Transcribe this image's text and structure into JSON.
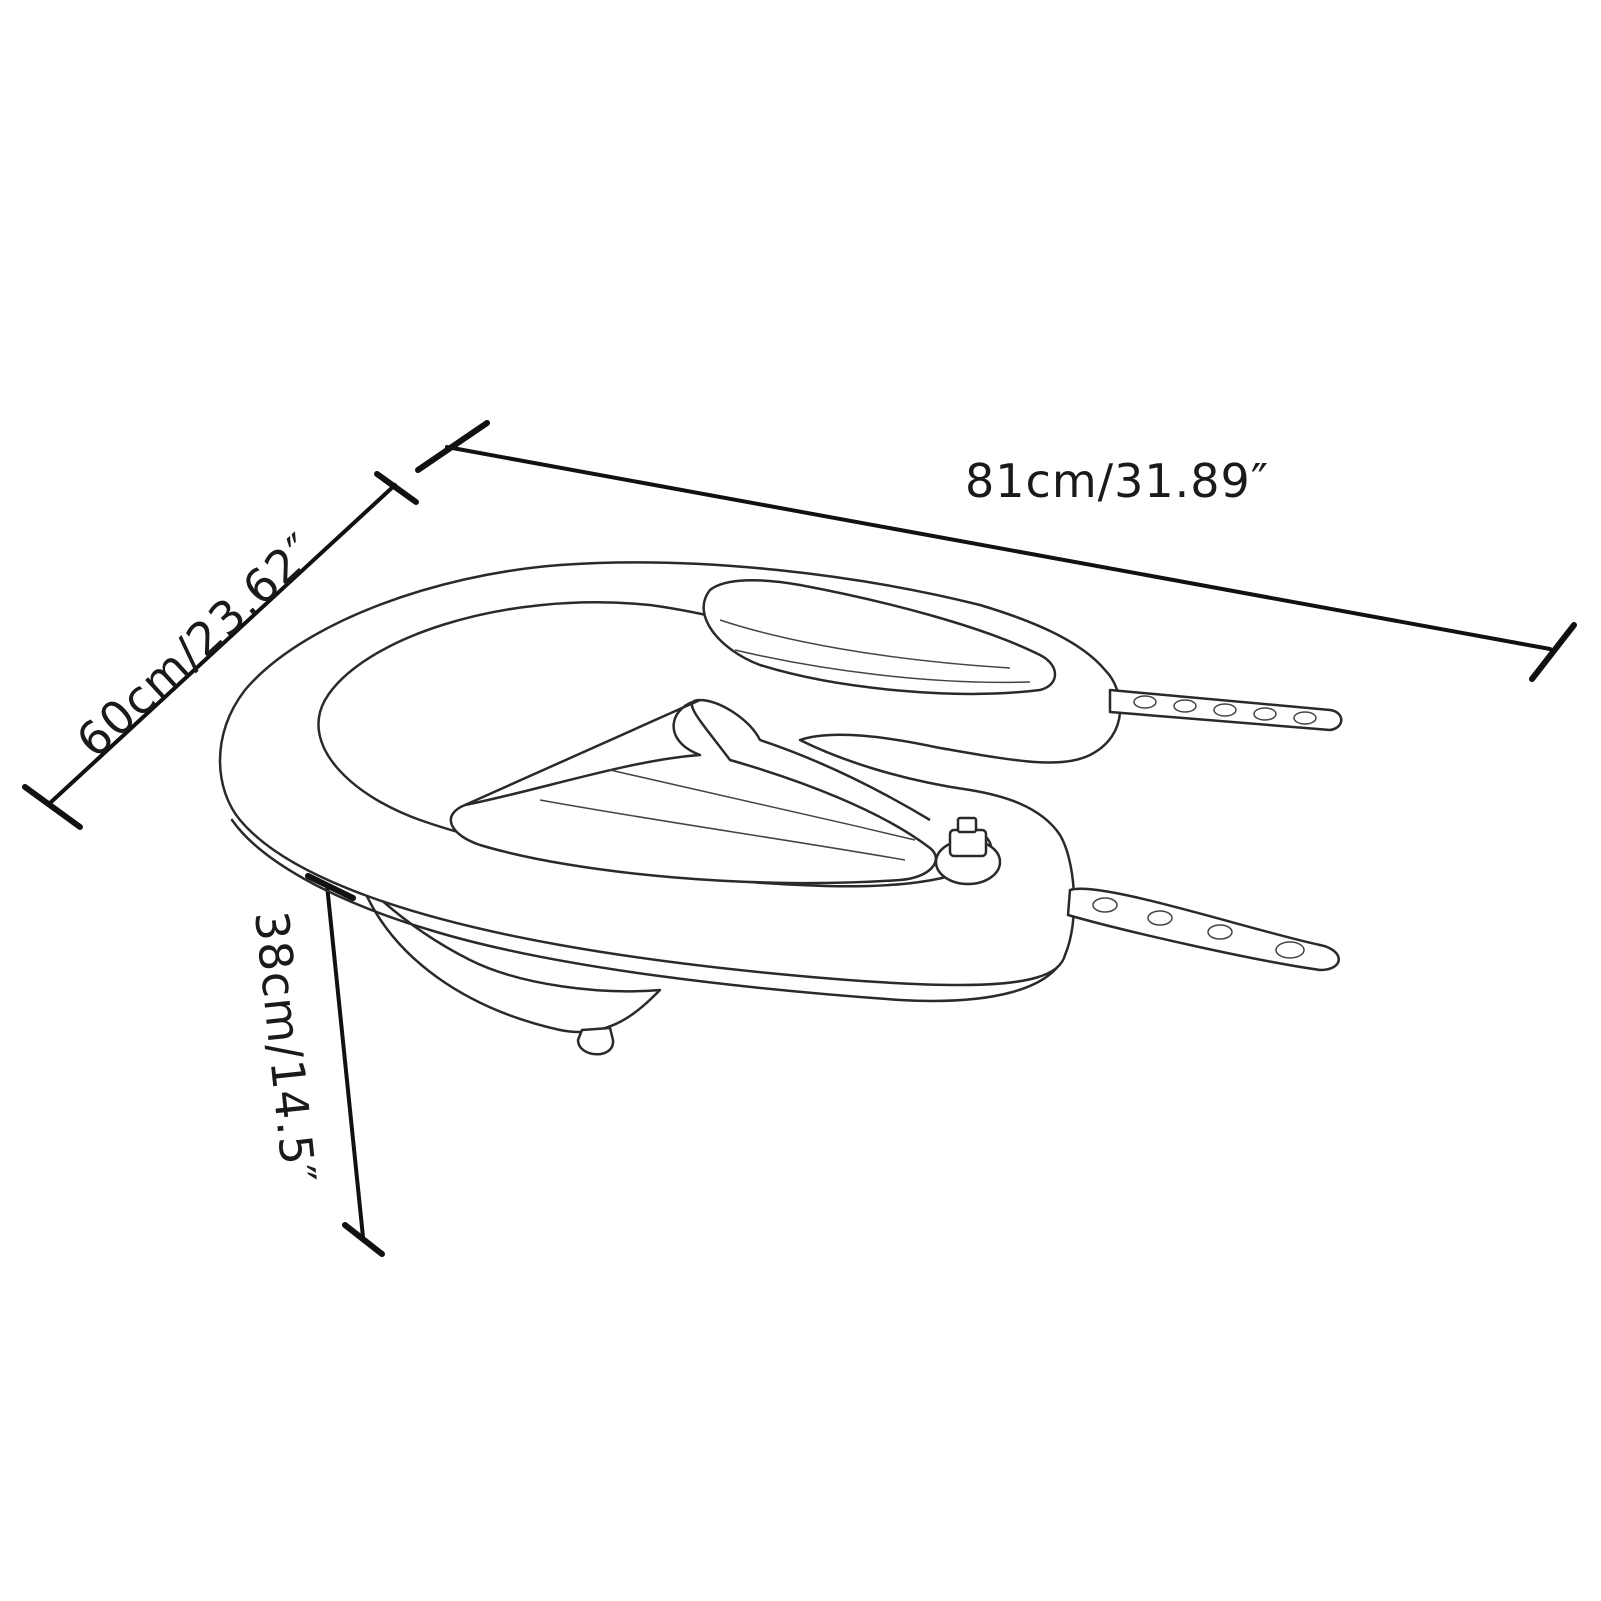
{
  "dimensions": {
    "length_label": "81cm/31.89″",
    "width_label": "60cm/23.62″",
    "height_label": "38cm/14.5″"
  }
}
